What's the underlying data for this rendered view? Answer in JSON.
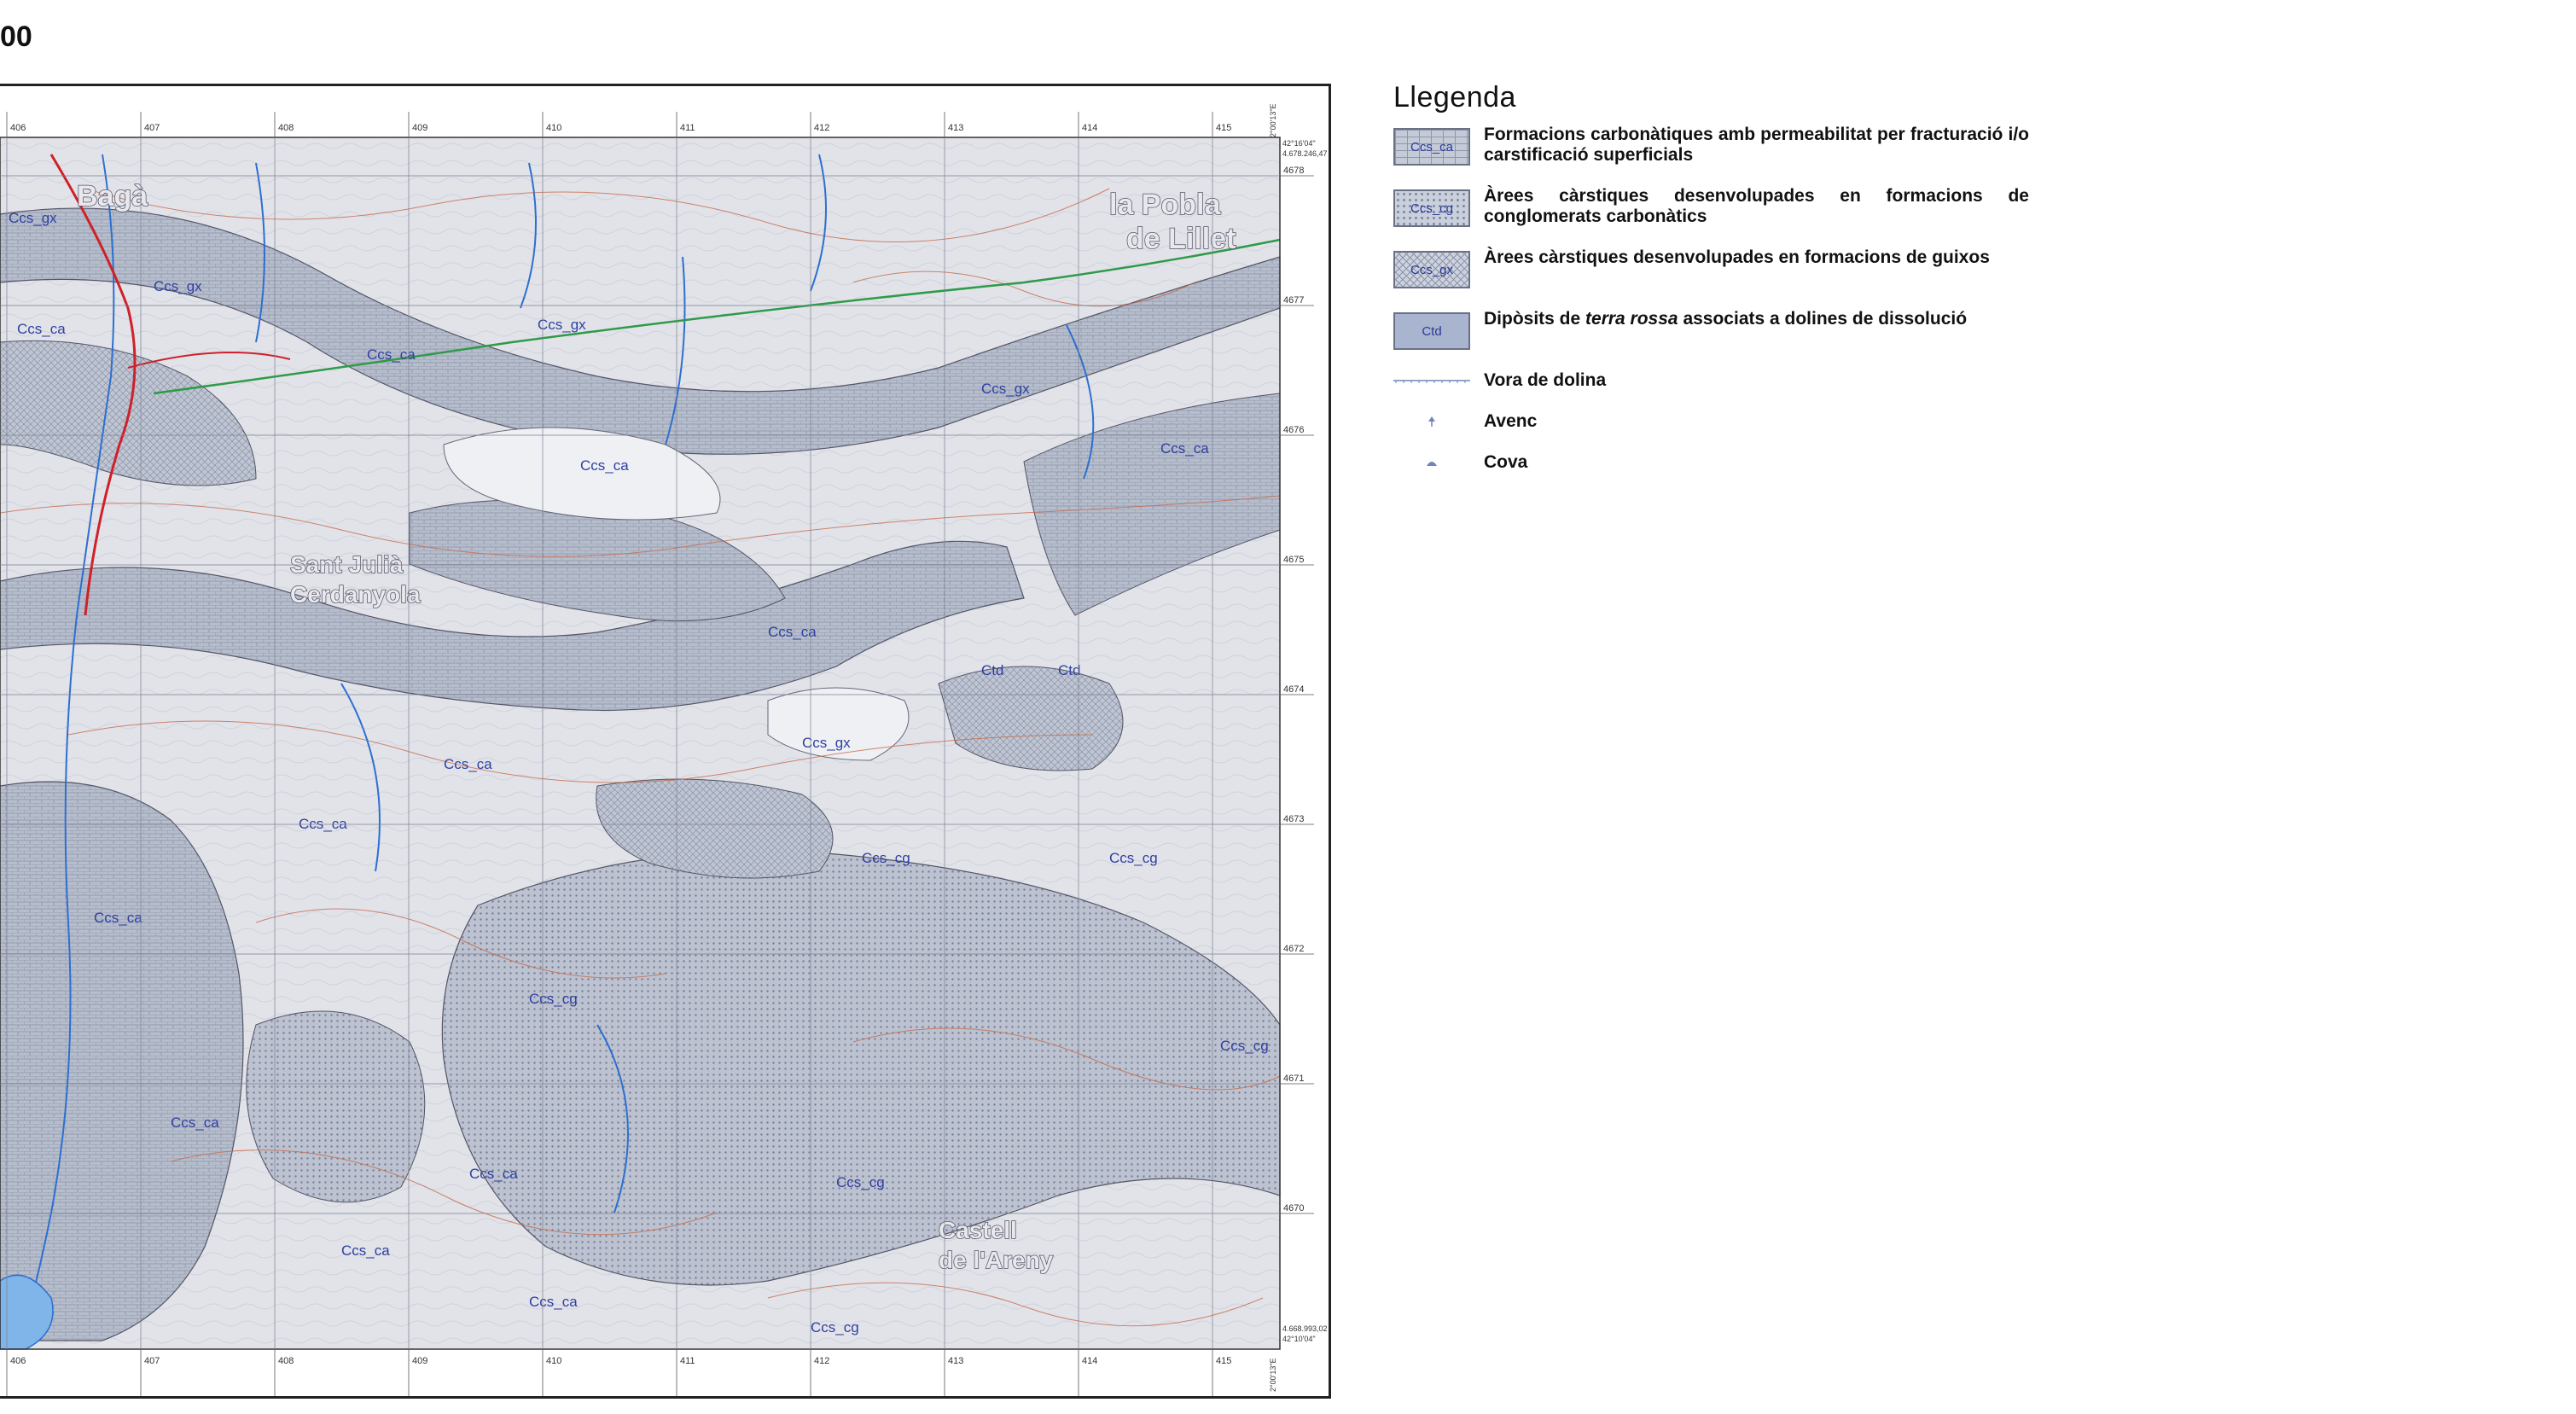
{
  "page": {
    "title": "00"
  },
  "map": {
    "x_ticks_top": [
      "406",
      "407",
      "408",
      "409",
      "410",
      "411",
      "412",
      "413",
      "414",
      "415"
    ],
    "x_ticks_bottom": [
      "406",
      "407",
      "408",
      "409",
      "410",
      "411",
      "412",
      "413",
      "414",
      "415"
    ],
    "y_ticks_right": [
      "4678",
      "4677",
      "4676",
      "4675",
      "4674",
      "4673",
      "4672",
      "4671",
      "4670"
    ],
    "corner_top_right": {
      "line1": "42°16'04\"",
      "line2": "4.678.246,47"
    },
    "corner_bottom_right": {
      "line1": "4.668.993,02",
      "line2": "42°10'04\""
    },
    "corner_top_vertical": "2°00'13\"E",
    "corner_bottom_vertical": "2°00'13\"E",
    "place_names": {
      "baga": "Bagà",
      "pobla": "la Pobla",
      "pobla2": "de Lillet",
      "sant_julia": "Sant Julià",
      "cerdanyola": "Cerdanyola",
      "castell": "Castell",
      "castell2": "de l'Areny"
    },
    "unit_labels": {
      "ca": "Ccs_ca",
      "cg": "Ccs_cg",
      "gx": "Ccs_gx",
      "ctd": "Ctd"
    }
  },
  "legend": {
    "title": "Llegenda",
    "items": [
      {
        "code": "Ccs_ca",
        "text": "Formacions carbonàtiques amb permeabilitat per fracturació i/o carstificació superficials"
      },
      {
        "code": "Ccs_cg",
        "text": "Àrees càrstiques desenvolupades en formacions de conglomerats carbonàtics"
      },
      {
        "code": "Ccs_gx",
        "text": "Àrees càrstiques desenvolupades en formacions de guixos"
      },
      {
        "code": "Ctd",
        "text_before": "Dipòsits de ",
        "text_italic": "terra rossa",
        "text_after": " associats a dolines de dissolució"
      },
      {
        "text": "Vora de dolina"
      },
      {
        "text": "Avenc"
      },
      {
        "text": "Cova"
      }
    ]
  },
  "colors": {
    "map_background": "#e3e5ea",
    "formation_fill": "#b8bfcd",
    "contour": "#c8694a",
    "river": "#2d6fd0",
    "road": "#d0202a",
    "green_line": "#2f9a48",
    "unit_label": "#2f3fa0"
  }
}
